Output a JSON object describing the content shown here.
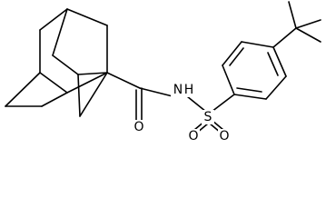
{
  "molecule": {
    "atoms": {
      "nitrogen": "N",
      "hydrogen": "H",
      "sulfur": "S",
      "oxygen_carbonyl": "O",
      "oxygen_sulfonyl_left": "O",
      "oxygen_sulfonyl_right": "O"
    },
    "bond_color": "#000000",
    "background_color": "#ffffff"
  }
}
